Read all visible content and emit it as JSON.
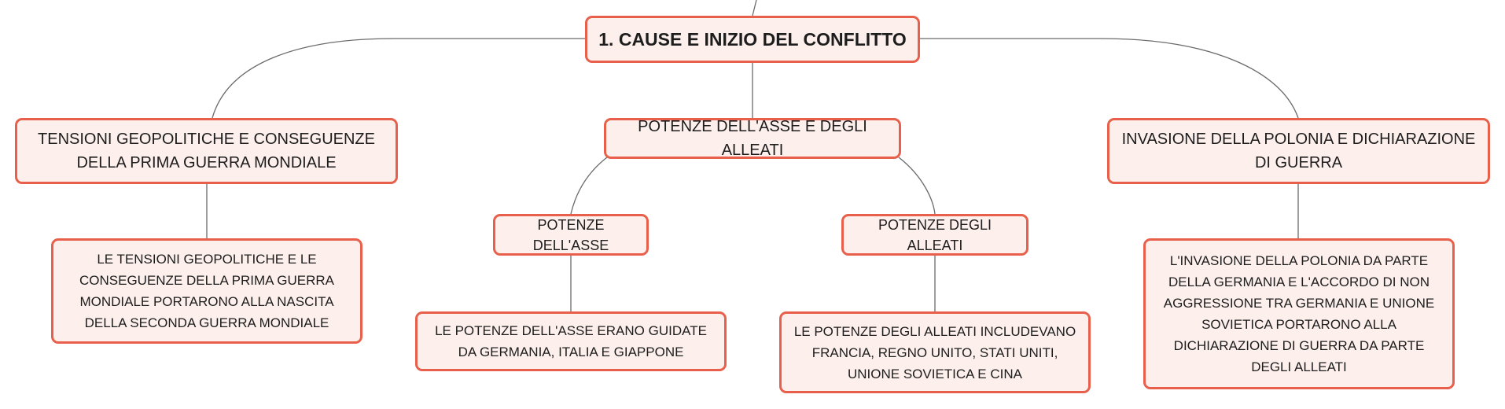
{
  "diagram": {
    "root": {
      "label": "1. CAUSE E INIZIO DEL CONFLITTO"
    },
    "branches": [
      {
        "label": "TENSIONI GEOPOLITICHE E CONSEGUENZE DELLA PRIMA GUERRA MONDIALE",
        "detail": "LE TENSIONI GEOPOLITICHE E LE CONSEGUENZE DELLA PRIMA GUERRA MONDIALE PORTARONO ALLA NASCITA DELLA SECONDA GUERRA MONDIALE"
      },
      {
        "label": "POTENZE DELL'ASSE E DEGLI ALLEATI",
        "children": [
          {
            "label": "POTENZE DELL'ASSE",
            "detail": "LE POTENZE DELL'ASSE ERANO GUIDATE DA GERMANIA, ITALIA E GIAPPONE"
          },
          {
            "label": "POTENZE DEGLI ALLEATI",
            "detail": "LE POTENZE DEGLI ALLEATI INCLUDEVANO FRANCIA, REGNO UNITO, STATI UNITI, UNIONE SOVIETICA E CINA"
          }
        ]
      },
      {
        "label": "INVASIONE DELLA POLONIA E DICHIARAZIONE DI GUERRA",
        "detail": "L'INVASIONE DELLA POLONIA DA PARTE DELLA GERMANIA E L'ACCORDO DI NON AGGRESSIONE TRA GERMANIA E UNIONE SOVIETICA PORTARONO ALLA DICHIARAZIONE DI GUERRA DA PARTE DEGLI ALLEATI"
      }
    ]
  },
  "colors": {
    "node_border": "#e8604c",
    "node_fill": "#fdf0ec",
    "connector": "#6a6a6a"
  }
}
